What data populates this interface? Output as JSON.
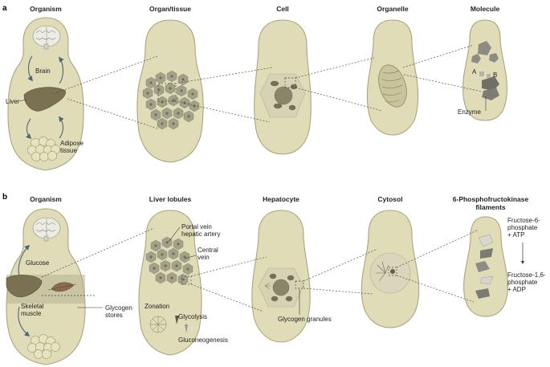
{
  "panel_a": {
    "letter": "a",
    "headers": [
      "Organism",
      "Organ/tissue",
      "Cell",
      "Organelle",
      "Molecule"
    ],
    "labels": {
      "brain": "Brain",
      "liver": "Liver",
      "adipose_1": "Adipose",
      "adipose_2": "tissue",
      "a": "A",
      "b": "B",
      "enzyme": "Enzyme"
    }
  },
  "panel_b": {
    "letter": "b",
    "headers": [
      "Organism",
      "Liver lobules",
      "Hepatocyte",
      "Cytosol",
      "6-Phosphofructokinase"
    ],
    "header_line2": "filaments",
    "labels": {
      "glucose": "Glucose",
      "skeletal_1": "Skeletal",
      "skeletal_2": "muscle",
      "glycogen_1": "Glycogen",
      "glycogen_2": "stores",
      "portal_1": "Portal vein",
      "portal_2": "hepatic artery",
      "central_1": "Central",
      "central_2": "vein",
      "zonation": "Zonation",
      "glycolysis": "Glycolysis",
      "gluconeogenesis": "Gluconeogenesis",
      "glycogen_granules": "Glycogen granules",
      "f6p_1": "Fructose-6-",
      "f6p_2": "phosphate",
      "f6p_3": "+ ATP",
      "f16p_1": "Fructose-1,6-",
      "f16p_2": "phosphate",
      "f16p_3": "+ ADP"
    }
  }
}
